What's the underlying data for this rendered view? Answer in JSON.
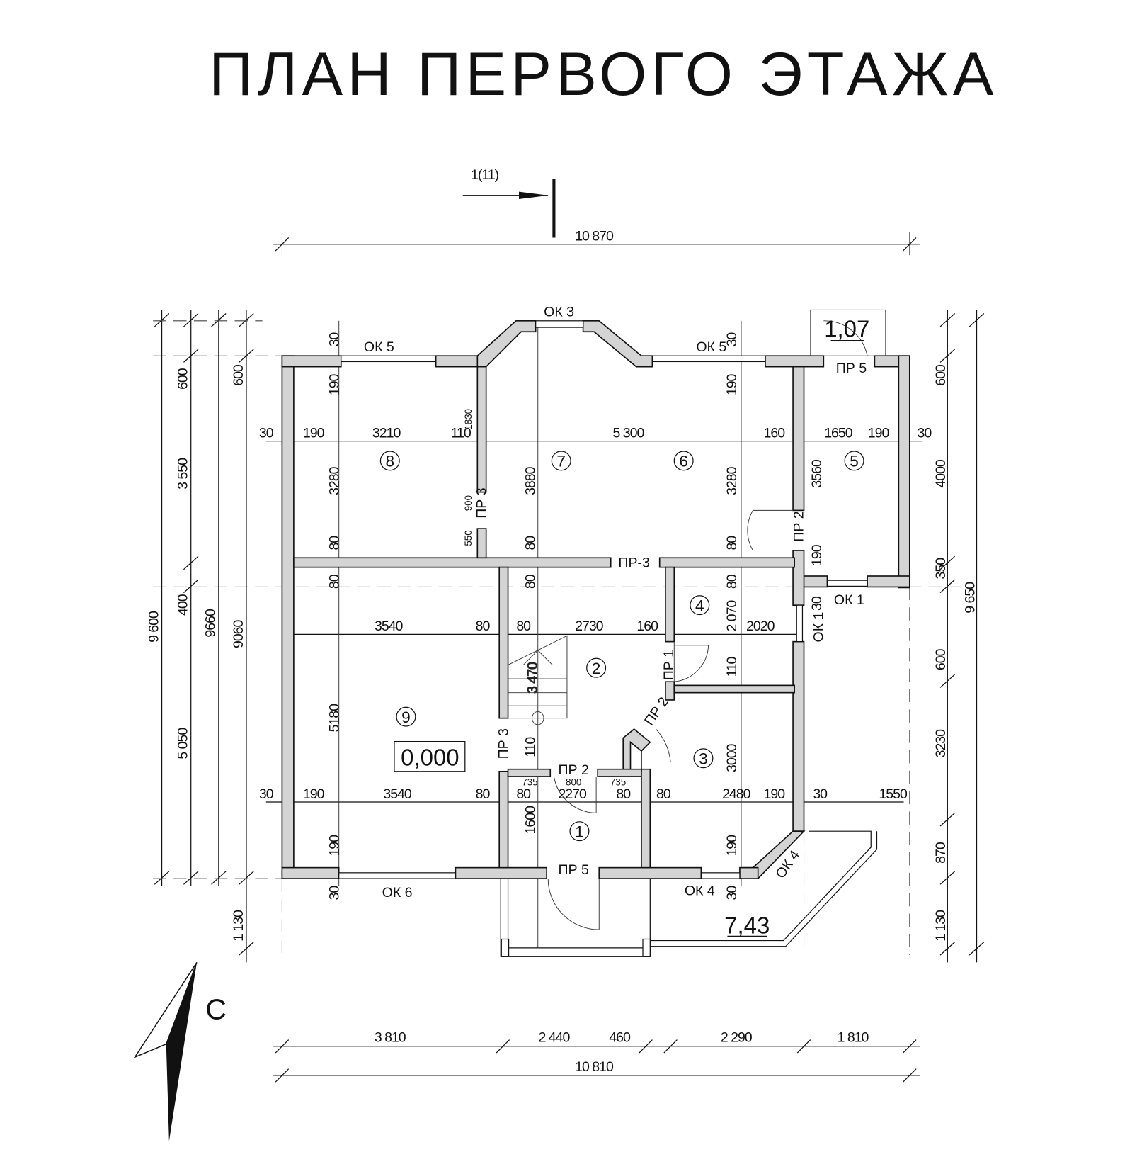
{
  "title": "ПЛАН ПЕРВОГО ЭТАЖА",
  "section_mark": "1(11)",
  "north_label": "С",
  "rooms": [
    "1",
    "2",
    "3",
    "4",
    "5",
    "6",
    "7",
    "8",
    "9"
  ],
  "levels": {
    "main": "0,000",
    "porch_side": "1,07",
    "terrace": "7,43"
  },
  "openings": [
    "ОК 5",
    "ОК 3",
    "ОК 5",
    "ПР 5",
    "ПР 3",
    "ПР 2",
    "ПР-3",
    "ОК 1",
    "ОК 1",
    "ПР 1",
    "ПР 2",
    "ПР 3",
    "ПР 2",
    "ПР 5",
    "ОК 6",
    "ОК 4",
    "ОК 4"
  ],
  "stair_label": "3 470",
  "dims": {
    "top_overall": "10 870",
    "bottom_segments": [
      "3 810",
      "2 440",
      "460",
      "2 290",
      "1 810"
    ],
    "bottom_overall": "10 810",
    "left": [
      "600",
      "3 550",
      "400",
      "5 050",
      "9 600",
      "9660",
      "600",
      "9060",
      "1 130"
    ],
    "right": [
      "600",
      "4000",
      "350",
      "600",
      "3230",
      "870",
      "1 130",
      "9 650"
    ],
    "row_top": [
      "30",
      "190",
      "3210",
      "110",
      "5 300",
      "160",
      "1650",
      "190",
      "30"
    ],
    "row_mid": [
      "3540",
      "80",
      "80",
      "2730",
      "160",
      "2020"
    ],
    "row_bottom": [
      "30",
      "190",
      "3540",
      "80",
      "80",
      "2270",
      "80",
      "80",
      "2480",
      "190",
      "30",
      "1550"
    ],
    "small": [
      "735",
      "800",
      "735"
    ],
    "vertical": [
      "30",
      "190",
      "1830",
      "3280",
      "3880",
      "3280",
      "3560",
      "900",
      "550",
      "80",
      "80",
      "80",
      "190",
      "30",
      "190",
      "80",
      "80",
      "80",
      "110",
      "5180",
      "110",
      "3000",
      "1600",
      "190",
      "190",
      "30",
      "30",
      "2 070",
      "30"
    ]
  }
}
